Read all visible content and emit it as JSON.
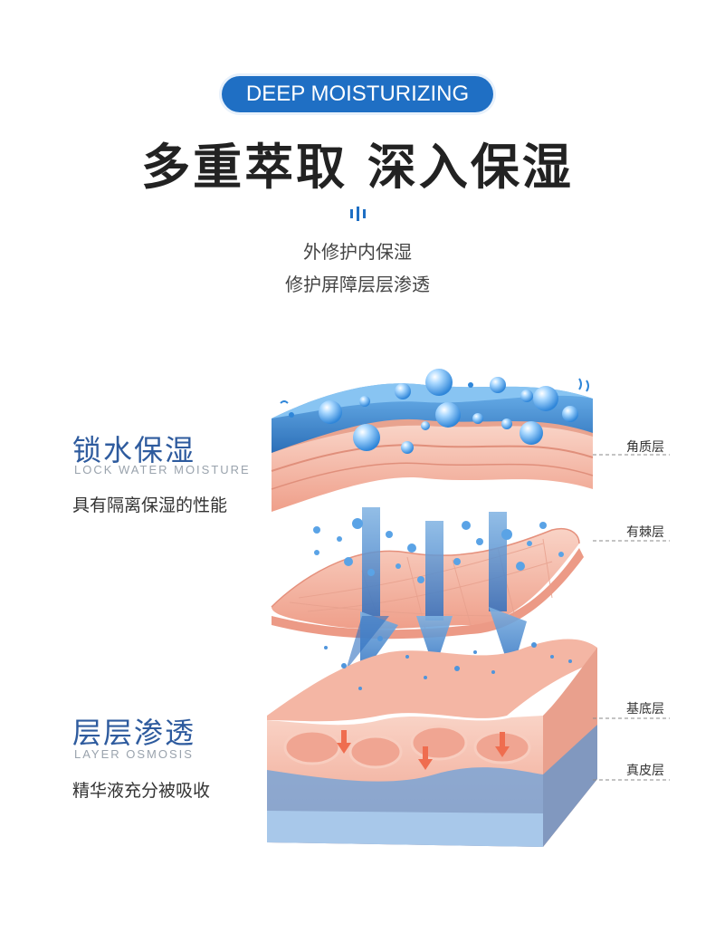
{
  "header": {
    "badge": "DEEP MOISTURIZING",
    "title": "多重萃取 深入保湿",
    "subtitle_line1": "外修护内保湿",
    "subtitle_line2": "修护屏障层层渗透"
  },
  "feature_lock": {
    "title": "锁水保湿",
    "english": "LOCK WATER MOISTURE",
    "description": "具有隔离保湿的性能"
  },
  "feature_osmosis": {
    "title": "层层渗透",
    "english": "LAYER OSMOSIS",
    "description": "精华液充分被吸收"
  },
  "layers": [
    "角质层",
    "有棘层",
    "基底层",
    "真皮层"
  ],
  "colors": {
    "brand_blue": "#1f6fc4",
    "title_blue": "#2e5b9e",
    "skin_pink": "#f3b8a6",
    "water_blue": "#4a90d9"
  }
}
